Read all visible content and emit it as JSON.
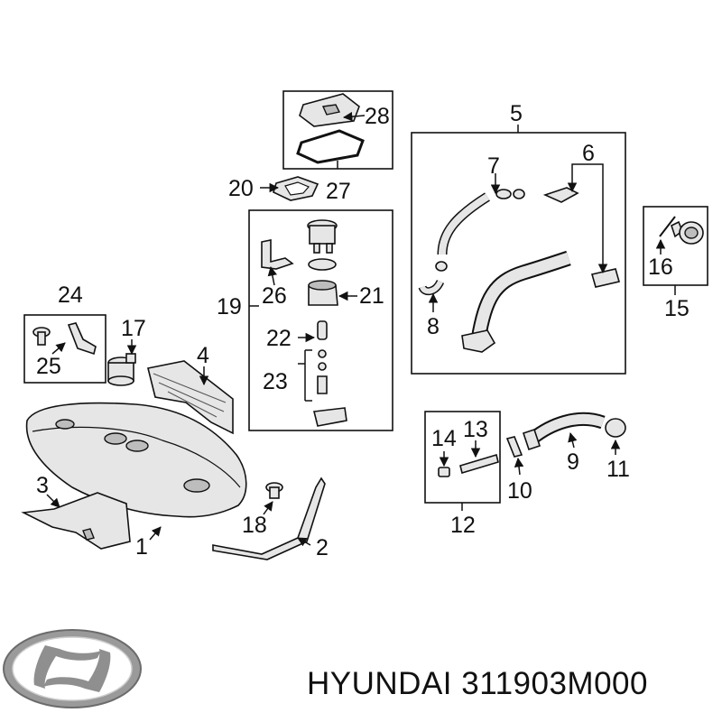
{
  "callouts": {
    "c1": "1",
    "c2": "2",
    "c3": "3",
    "c4": "4",
    "c5": "5",
    "c6": "6",
    "c7": "7",
    "c8": "8",
    "c9": "9",
    "c10": "10",
    "c11": "11",
    "c12": "12",
    "c13": "13",
    "c14": "14",
    "c15": "15",
    "c16": "16",
    "c17": "17",
    "c18": "18",
    "c19": "19",
    "c20": "20",
    "c21": "21",
    "c22": "22",
    "c23": "23",
    "c24": "24",
    "c25": "25",
    "c26": "26",
    "c27": "27",
    "c28": "28"
  },
  "brand": {
    "logo_icon": "hyundai-logo",
    "caption": "HYUNDAI 311903M000"
  }
}
